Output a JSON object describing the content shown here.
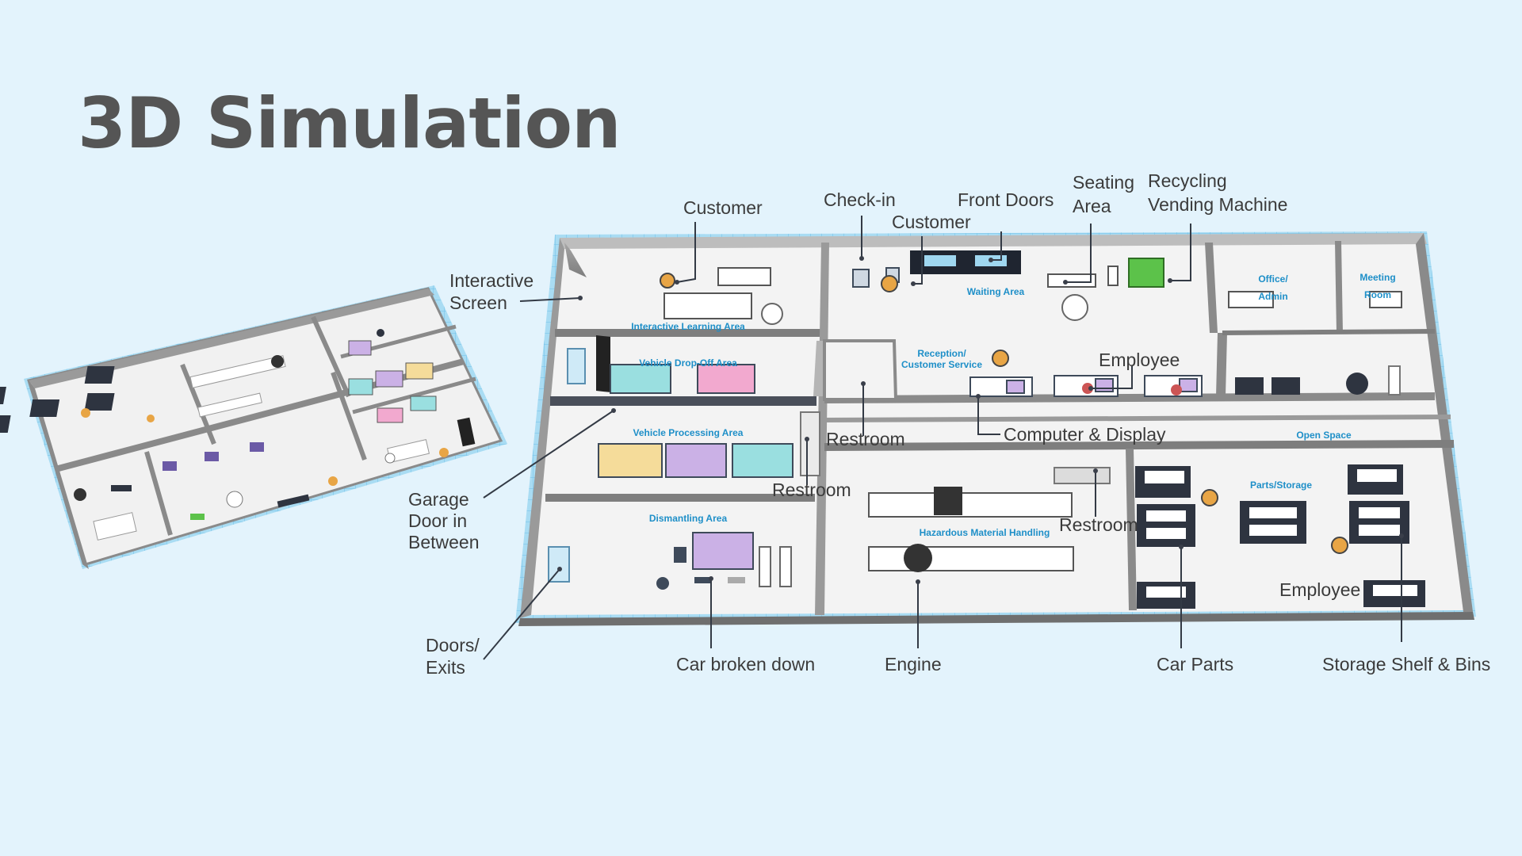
{
  "title": "3D Simulation",
  "callouts": {
    "customer_top": "Customer",
    "check_in": "Check-in",
    "customer_mid": "Customer",
    "front_doors": "Front Doors",
    "seating_area_1": "Seating",
    "seating_area_2": "Area",
    "recycling_1": "Recycling",
    "recycling_2": "Vending Machine",
    "interactive_screen_1": "Interactive",
    "interactive_screen_2": "Screen",
    "employee_top": "Employee",
    "computer_display": "Computer & Display",
    "restroom_1": "Restroom",
    "restroom_2": "Restroom",
    "restroom_3": "Restroom",
    "garage_door_1": "Garage",
    "garage_door_2": "Door in",
    "garage_door_3": "Between",
    "doors_exits_1": "Doors/",
    "doors_exits_2": "Exits",
    "car_broken_down": "Car broken down",
    "engine": "Engine",
    "car_parts": "Car Parts",
    "storage_shelf": "Storage Shelf & Bins",
    "employee_bottom": "Employee"
  },
  "zones": {
    "interactive_learning": "Interactive Learning Area",
    "vehicle_drop_off": "Vehicle Drop-Off Area",
    "vehicle_processing": "Vehicle Processing Area",
    "dismantling": "Dismantling Area",
    "waiting": "Waiting Area",
    "reception_1": "Reception/",
    "reception_2": "Customer Service",
    "office_1": "Office/",
    "office_2": "Admin",
    "meeting_1": "Meeting",
    "meeting_2": "Room",
    "open_space": "Open Space",
    "parts_storage": "Parts/Storage",
    "hazmat": "Hazardous Material Handling"
  },
  "colors": {
    "background": "#e3f3fc",
    "grid": "#8fd0ef",
    "floor": "#f3f3f3",
    "wall": "#8c8c8c",
    "zone_label": "#1e8fc8",
    "car_teal": "#9adfe0",
    "car_pink": "#f2a9cf",
    "car_yellow": "#f5dc9a",
    "car_purple": "#cbb1e6",
    "vending_green": "#5cc24a"
  }
}
